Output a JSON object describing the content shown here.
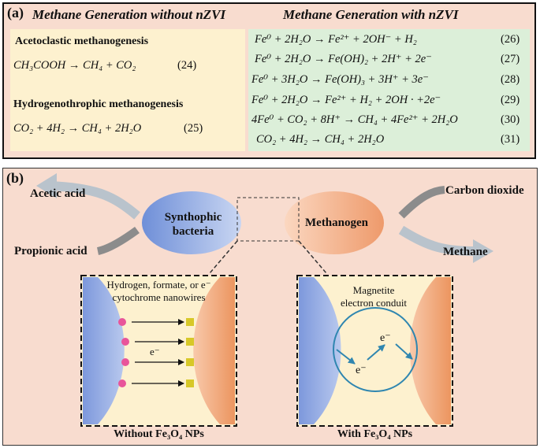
{
  "panel_a": {
    "label": "(a)",
    "heading_left": "Methane Generation without nZVI",
    "heading_right": "Methane Generation with nZVI",
    "left_box_color": "#fdf1cf",
    "right_box_color": "#dcefd9",
    "left": {
      "section1_title": "Acetoclastic methanogenesis",
      "eq24": {
        "text": "CH₃COOH → CH₄ + CO₂",
        "num": "(24)"
      },
      "section2_title": "Hydrogenothrophic methanogenesis",
      "eq25": {
        "text": "CO₂ + 4H₂ → CH₄ + 2H₂O",
        "num": "(25)"
      }
    },
    "right_equations": [
      {
        "text": "Fe⁰ + 2H₂O → Fe²⁺ + 2OH⁻ + H₂",
        "num": "(26)"
      },
      {
        "text": "Fe⁰ + 2H₂O → Fe(OH)₂ + 2H⁺ + 2e⁻",
        "num": "(27)"
      },
      {
        "text": "Fe⁰ + 3H₂O → Fe(OH)₃ + 3H⁺ + 3e⁻",
        "num": "(28)"
      },
      {
        "text": "Fe⁰ + 2H₂O → Fe²⁺ + H₂ + 2OH · +2e⁻",
        "num": "(29)"
      },
      {
        "text": "4Fe⁰ + CO₂ + 8H⁺ → CH₄ + 4Fe²⁺ + 2H₂O",
        "num": "(30)"
      },
      {
        "text": "CO₂ + 4H₂ → CH₄ + 2H₂O",
        "num": "(31)"
      }
    ]
  },
  "panel_b": {
    "label": "(b)",
    "acetic_acid": "Acetic acid",
    "propionic_acid": "Propionic acid",
    "synthophic_line1": "Synthophic",
    "synthophic_line2": "bacteria",
    "methanogen": "Methanogen",
    "carbon_dioxide": "Carbon dioxide",
    "methane": "Methane",
    "left_inset_line1": "Hydrogen, formate, or e⁻",
    "left_inset_line2": "cytochrome nanowires",
    "left_electron": "e⁻",
    "right_inset_line1": "Magnetite",
    "right_inset_line2": "electron conduit",
    "right_electron_top": "e⁻",
    "right_electron_bottom": "e⁻",
    "caption_left": "Without Fe₃O₄ NPs",
    "caption_right": "With Fe₃O₄ NPs",
    "colors": {
      "blue_cell": "#8fa8de",
      "orange_cell": "#f0a77e",
      "dot_pink": "#e8559a",
      "square_yellow": "#d7c828",
      "conduit": "#2f86b0",
      "arrow_gray": "#b9c3cc"
    }
  }
}
